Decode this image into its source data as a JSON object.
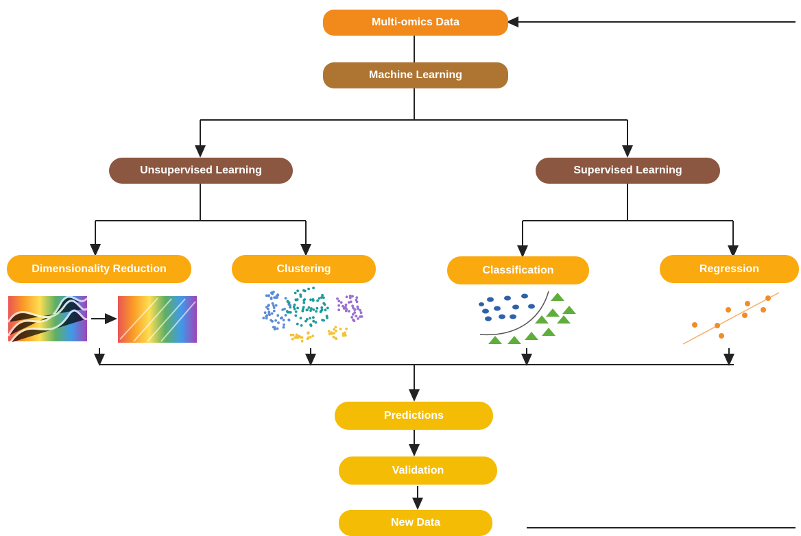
{
  "diagram": {
    "nodes": {
      "multiomics": {
        "label": "Multi-omics Data",
        "color": "#F18A1B"
      },
      "ml": {
        "label": "Machine Learning",
        "color": "#AE7432"
      },
      "unsupervised": {
        "label": "Unsupervised Learning",
        "color": "#8C5740"
      },
      "supervised": {
        "label": "Supervised Learning",
        "color": "#8C5740"
      },
      "dimred": {
        "label": "Dimensionality Reduction",
        "color": "#FAA90F"
      },
      "clustering": {
        "label": "Clustering",
        "color": "#FAA90F"
      },
      "classification": {
        "label": "Classification",
        "color": "#FAA90F"
      },
      "regression": {
        "label": "Regression",
        "color": "#FAA90F"
      },
      "predictions": {
        "label": "Predictions",
        "color": "#F4BC05"
      },
      "validation": {
        "label": "Validation",
        "color": "#F4BC05"
      },
      "newdata": {
        "label": "New Data",
        "color": "#F4BC05"
      }
    },
    "illustrations": [
      "dimensionality-reduction-ribbons",
      "cluster-dots",
      "classification-scatter",
      "regression-scatter"
    ],
    "colors": {
      "line": "#222222",
      "cluster_blue": "#5B8BD6",
      "cluster_teal": "#1E9A9A",
      "cluster_purple": "#9B6FD1",
      "cluster_yellow": "#F3C232",
      "class_blue": "#2D62A8",
      "class_green": "#5FAE3C",
      "regression_orange": "#F28C28"
    }
  }
}
